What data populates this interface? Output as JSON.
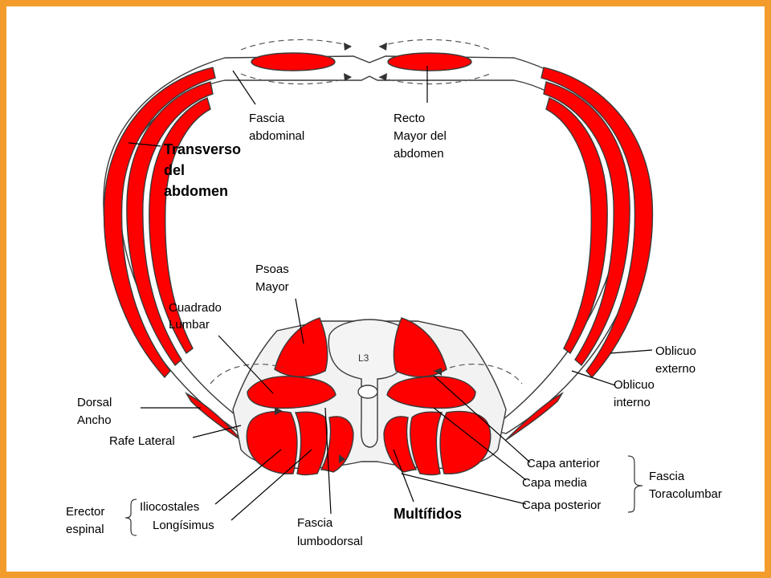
{
  "labels": {
    "fascia_abdominal": [
      "Fascia",
      "abdominal"
    ],
    "recto": [
      "Recto",
      "Mayor del",
      "abdomen"
    ],
    "transverso": [
      "Transverso",
      "del",
      "abdomen"
    ],
    "psoas": [
      "Psoas",
      "Mayor"
    ],
    "cuadrado": [
      "Cuadrado",
      "Lumbar"
    ],
    "vertebra": "L3",
    "oblicuo_externo": [
      "Oblicuo",
      "externo"
    ],
    "oblicuo_interno": [
      "Oblicuo",
      "interno"
    ],
    "dorsal": [
      "Dorsal",
      "Ancho"
    ],
    "rafe": "Rafe Lateral",
    "capa_anterior": "Capa anterior",
    "capa_media": "Capa media",
    "capa_posterior": "Capa posterior",
    "fascia_toraco": [
      "Fascia",
      "Toracolumbar"
    ],
    "erector": [
      "Erector",
      "espinal"
    ],
    "iliocostales": "Iliocostales",
    "longisimus": "Longísimus",
    "fascia_lumbo": [
      "Fascia",
      "lumbodorsal"
    ],
    "multifidos": "Multífidos"
  },
  "colors": {
    "border": "#f39c2c",
    "muscle": "#ff0000",
    "background": "#ffffff"
  }
}
